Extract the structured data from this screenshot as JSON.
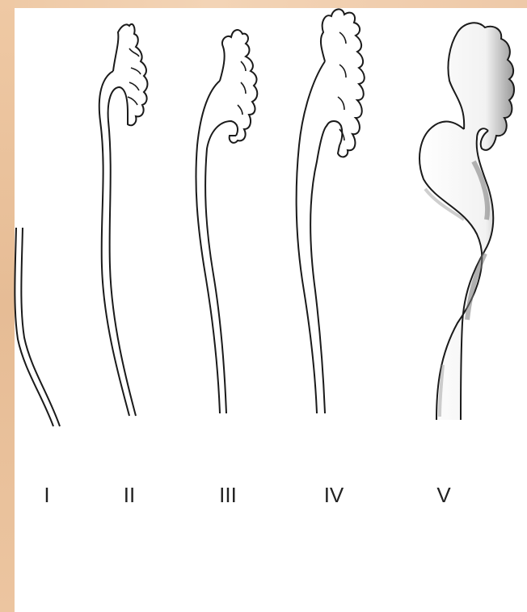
{
  "figure": {
    "stages": [
      {
        "id": "I",
        "label": "I"
      },
      {
        "id": "II",
        "label": "II"
      },
      {
        "id": "III",
        "label": "III"
      },
      {
        "id": "IV",
        "label": "IV"
      },
      {
        "id": "V",
        "label": "V"
      }
    ]
  }
}
